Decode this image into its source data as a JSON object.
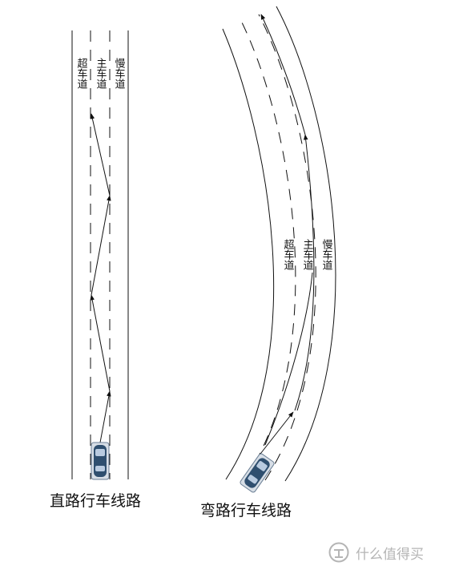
{
  "diagram": {
    "straight": {
      "caption": "直路行车线路",
      "lanes": [
        "超车道",
        "主车道",
        "慢车道"
      ]
    },
    "curve": {
      "caption": "弯路行车线路",
      "lanes": [
        "超车道",
        "主车道",
        "慢车道"
      ]
    }
  },
  "watermark": {
    "logo_icon": "smzdm-logo-icon",
    "text": "什么值得买"
  },
  "colors": {
    "line": "#111111",
    "car_body": "#2f4f6f",
    "car_window": "#b9cbe0",
    "watermark": "#b5b5b5"
  }
}
